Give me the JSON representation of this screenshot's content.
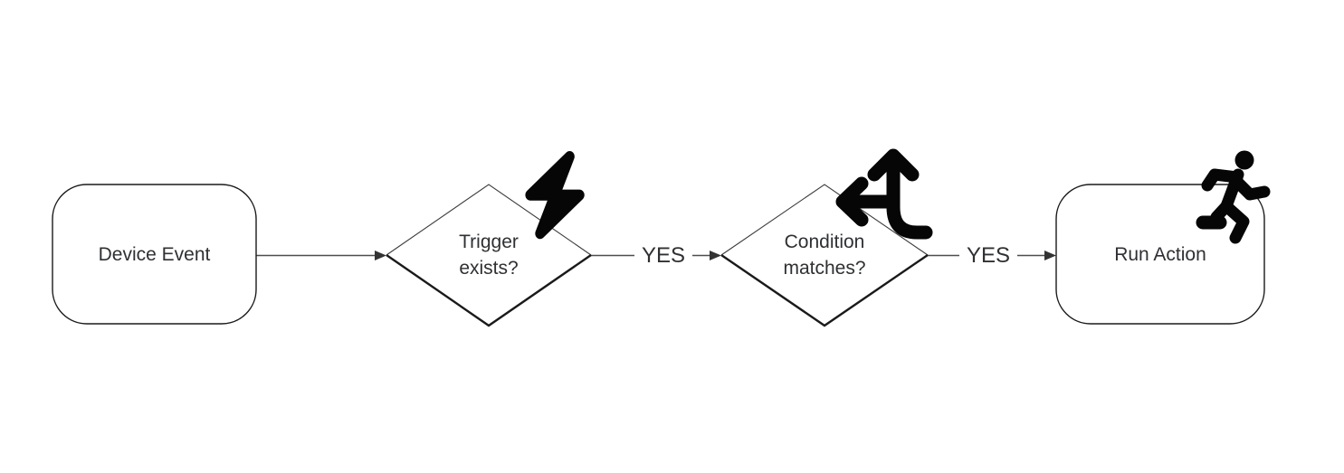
{
  "theme": {
    "bg": "#ffffff",
    "line": "#4d4d4d",
    "arrow": "#333333",
    "text": "#2f3033",
    "icon": "#060606",
    "shape": "#1a1a1a",
    "shape_light": "#3c3c3c"
  },
  "diagram": {
    "nodes": [
      {
        "id": "device-event",
        "type": "process",
        "label": "Device Event"
      },
      {
        "id": "trigger-exists",
        "type": "decision",
        "label": "Trigger exists?",
        "icon": "bolt-icon"
      },
      {
        "id": "condition-matches",
        "type": "decision",
        "label": "Condition matches?",
        "icon": "arrows-split-up-left-icon"
      },
      {
        "id": "run-action",
        "type": "process",
        "label": "Run Action",
        "icon": "person-running-icon"
      }
    ],
    "edges": [
      {
        "from": "device-event",
        "to": "trigger-exists",
        "label": ""
      },
      {
        "from": "trigger-exists",
        "to": "condition-matches",
        "label": "YES"
      },
      {
        "from": "condition-matches",
        "to": "run-action",
        "label": "YES"
      }
    ]
  }
}
